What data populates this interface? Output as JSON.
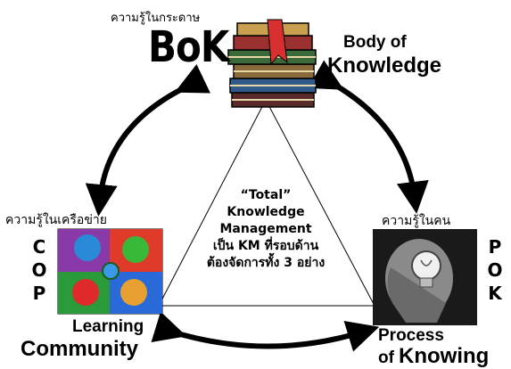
{
  "top": {
    "thai_label": "ความรู้ในกระดาษ",
    "acronym": "BoK",
    "title_line1": "Body of",
    "title_line2": "Knowledge"
  },
  "left": {
    "thai_label": "ความรู้ในเครือข่าย",
    "acronym_letters": [
      "C",
      "O",
      "P"
    ],
    "title_line1": "Learning",
    "title_line2": "Community"
  },
  "right": {
    "thai_label": "ความรู้ในคน",
    "acronym_letters": [
      "P",
      "O",
      "K"
    ],
    "title_line1": "Process",
    "title_line2_prefix": "of",
    "title_line2_main": "Knowing"
  },
  "center": {
    "line1": "“Total”",
    "line2": "Knowledge",
    "line3": "Management",
    "line4": "เป็น KM ที่รอบด้าน",
    "line5": "ต้องจัดการทั้ง 3 อย่าง"
  }
}
